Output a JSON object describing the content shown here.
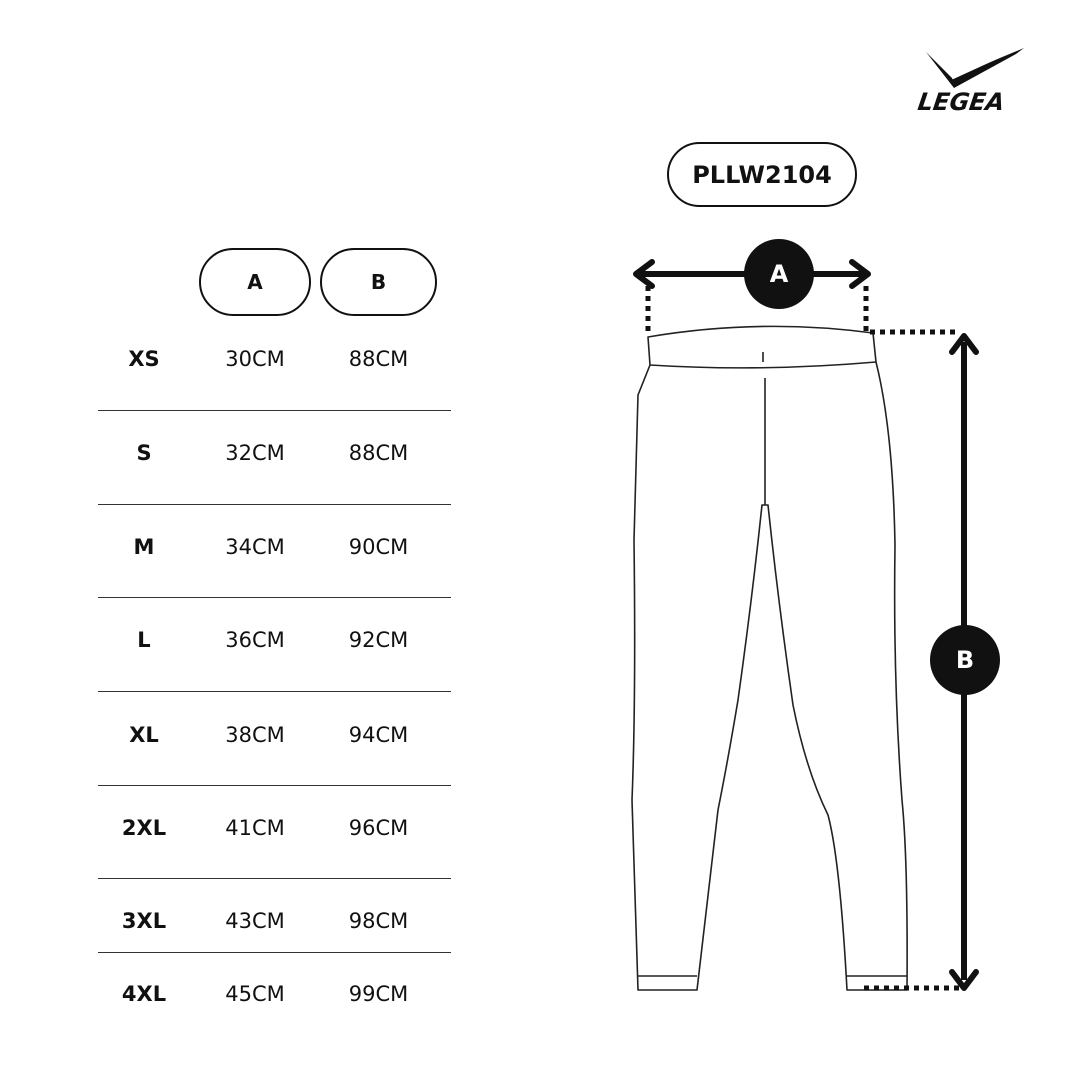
{
  "brand": {
    "name": "LEGEA"
  },
  "product": {
    "code": "PLLW2104"
  },
  "table": {
    "headers": [
      "A",
      "B"
    ],
    "rows": [
      {
        "size": "XS",
        "a": "30CM",
        "b": "88CM"
      },
      {
        "size": "S",
        "a": "32CM",
        "b": "88CM"
      },
      {
        "size": "M",
        "a": "34CM",
        "b": "90CM"
      },
      {
        "size": "L",
        "a": "36CM",
        "b": "92CM"
      },
      {
        "size": "XL",
        "a": "38CM",
        "b": "94CM"
      },
      {
        "size": "2XL",
        "a": "41CM",
        "b": "96CM"
      },
      {
        "size": "3XL",
        "a": "43CM",
        "b": "98CM"
      },
      {
        "size": "4XL",
        "a": "45CM",
        "b": "99CM"
      }
    ]
  },
  "diagram": {
    "marker_a": "A",
    "marker_b": "B",
    "garment_icon": "leggings-outline-icon"
  },
  "colors": {
    "ink": "#111111",
    "background": "#ffffff"
  }
}
